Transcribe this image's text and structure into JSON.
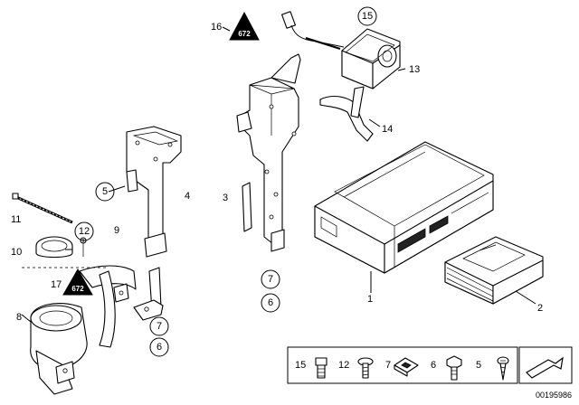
{
  "diagram": {
    "callouts": {
      "c1": "1",
      "c2": "2",
      "c3": "3",
      "c4": "4",
      "c5a": "5",
      "c6a": "6",
      "c7a": "7",
      "c6b": "6",
      "c7b": "7",
      "c8": "8",
      "c9": "9",
      "c10": "10",
      "c11": "11",
      "c12": "12",
      "c13": "13",
      "c14": "14",
      "c15": "15",
      "c16": "16",
      "c17": "17"
    },
    "warning_symbol_text": "672",
    "legend": {
      "items": [
        {
          "label": "15"
        },
        {
          "label": "12"
        },
        {
          "label": "7"
        },
        {
          "label": "6"
        },
        {
          "label": "5"
        }
      ]
    },
    "diagram_number": "00195986"
  }
}
